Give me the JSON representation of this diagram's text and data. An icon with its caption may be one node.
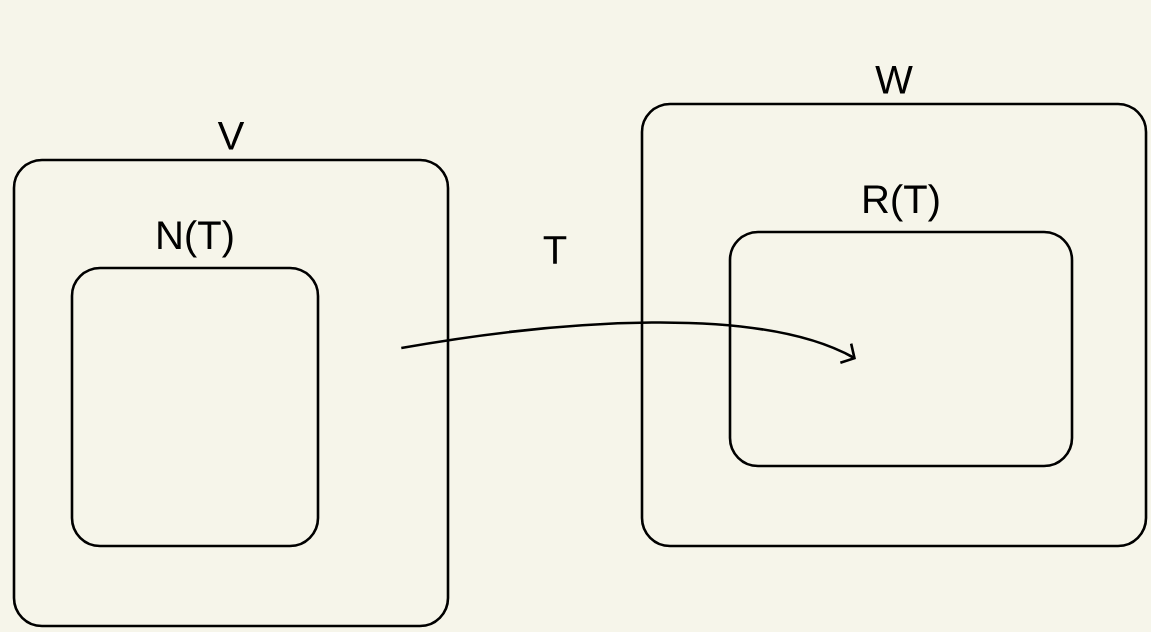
{
  "diagram": {
    "nodes": [
      {
        "text": [
          "V"
        ]
      },
      {
        "text": [
          "N(T)"
        ],
        "in": 0
      },
      {
        "text": [
          "W"
        ]
      },
      {
        "text": [
          "R(T)"
        ],
        "in": 2
      }
    ],
    "edges": [
      {
        "from": 0,
        "to": 3,
        "arrow": "to",
        "label": "T"
      }
    ]
  }
}
